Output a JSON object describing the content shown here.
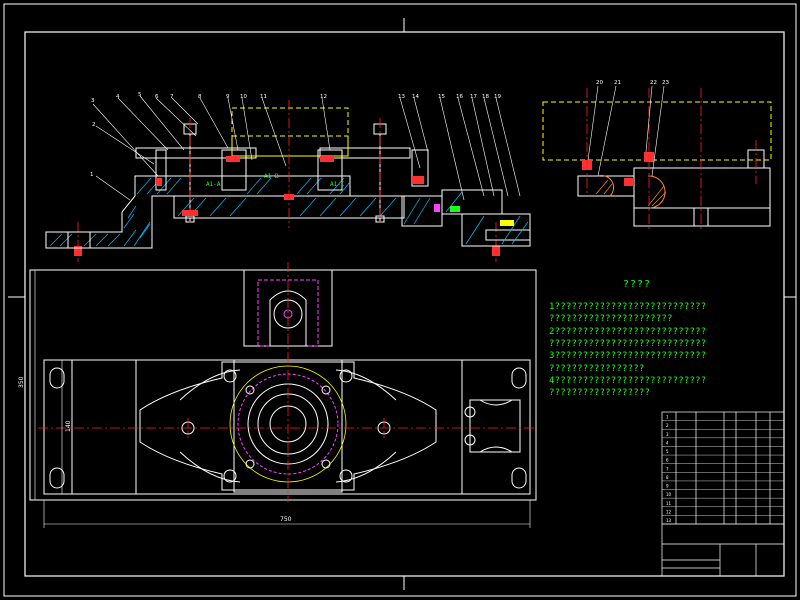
{
  "drawing": {
    "colors": {
      "background": "#000000",
      "line": "#ffffff",
      "dim": "#ffff00",
      "center": "#ff2020",
      "hidden": "#ff40ff",
      "text": "#18ff18",
      "hatch": "#ff8030",
      "accent": "#00c0ff"
    },
    "balloons_front": [
      "1",
      "2",
      "3",
      "4",
      "5",
      "6",
      "7",
      "8",
      "9",
      "10",
      "11",
      "12",
      "13",
      "14",
      "15",
      "16",
      "17",
      "18",
      "19"
    ],
    "balloons_side": [
      "20",
      "21",
      "22",
      "23"
    ],
    "dimensions": {
      "overall_length": "750",
      "height": "350",
      "width": "140"
    },
    "part_labels": [
      "A1-A",
      "A1-B",
      "A1-C"
    ]
  },
  "technical_requirements": {
    "title": "????",
    "lines": [
      "1???????????????????????????",
      "??????????????????????",
      "2???????????????????????????",
      "????????????????????????????",
      "3???????????????????????????",
      "?????????????????",
      "4???????????????????????????",
      "??????????????????"
    ]
  },
  "title_block": {
    "rows": [
      "1",
      "2",
      "3",
      "4",
      "5",
      "6",
      "7",
      "8",
      "9",
      "10",
      "11",
      "12",
      "13"
    ]
  }
}
